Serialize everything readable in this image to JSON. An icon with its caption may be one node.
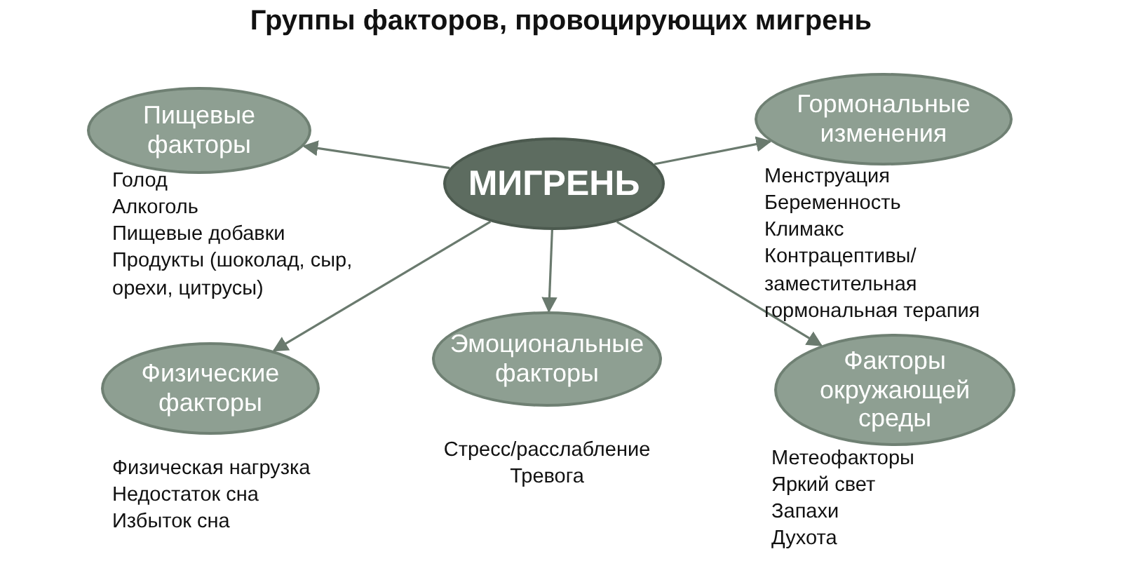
{
  "diagram": {
    "title": "Группы факторов, провоцирующих мигрень",
    "nodes": [
      {
        "text": [
          "Пищевые факторы"
        ],
        "beside": [
          "Голод",
          "Алкоголь",
          "Пищевые добавки",
          "Продукты (шоколад, сыр, орехи, цитрусы)"
        ]
      },
      {
        "text": [
          "Гормональные изменения"
        ],
        "beside": [
          "Менструация",
          "Беременность",
          "Климакс",
          "Контрацептивы/ заместительная гормональная терапия"
        ]
      },
      {
        "text": [
          "МИГРЕНЬ"
        ]
      },
      {
        "text": [
          "Эмоциональные факторы"
        ],
        "beside": [
          "Стресс/расслабление",
          "Тревога"
        ]
      },
      {
        "text": [
          "Физические факторы"
        ],
        "beside": [
          "Физическая нагрузка",
          "Недостаток сна",
          "Избыток сна"
        ]
      },
      {
        "text": [
          "Факторы окружающей среды"
        ],
        "beside": [
          "Метеофакторы",
          "Яркий свет",
          "Запахи",
          "Духота"
        ]
      }
    ],
    "edges": [
      {
        "from": 2,
        "to": 0,
        "arrow": "to"
      },
      {
        "from": 2,
        "to": 1,
        "arrow": "to"
      },
      {
        "from": 2,
        "to": 3,
        "arrow": "to"
      },
      {
        "from": 2,
        "to": 4,
        "arrow": "to"
      },
      {
        "from": 2,
        "to": 5,
        "arrow": "to"
      }
    ]
  }
}
